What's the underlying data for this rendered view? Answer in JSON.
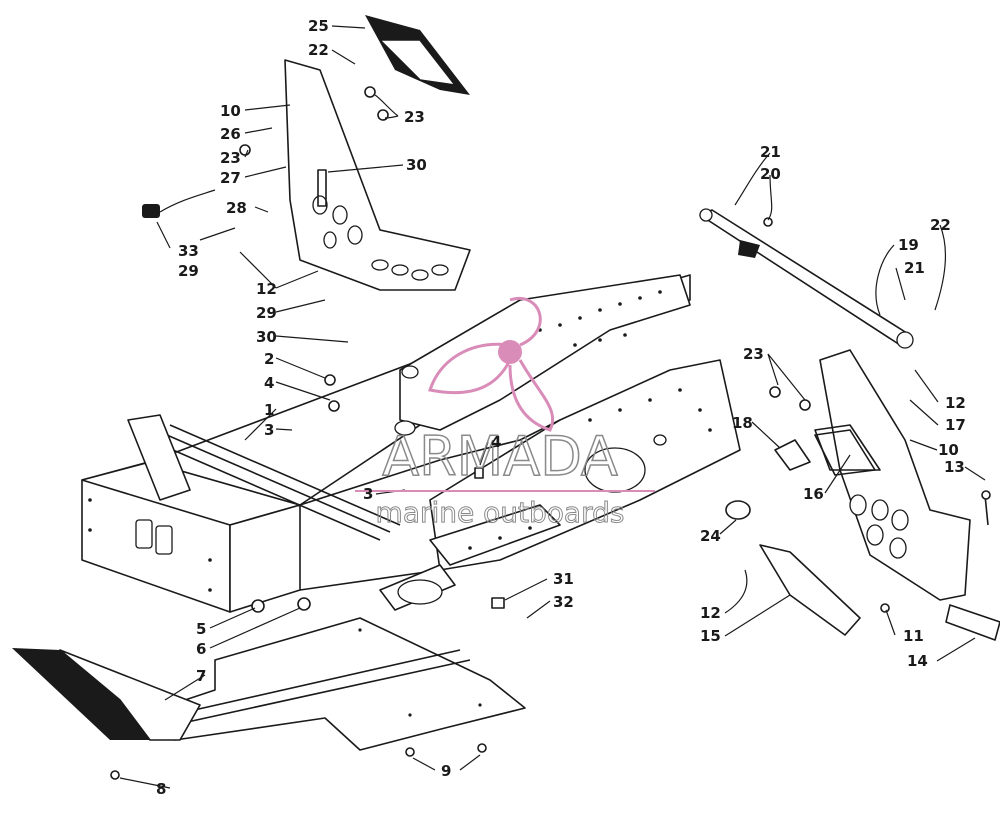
{
  "watermark": {
    "brand": "ARMADA",
    "tagline": "marine outboards",
    "color": "#d98cb8",
    "text_color": "#8a8a8a"
  },
  "callouts": {
    "c1": "1",
    "c2": "2",
    "c3a": "3",
    "c3b": "3",
    "c4a": "4",
    "c4b": "4",
    "c5": "5",
    "c6": "6",
    "c7": "7",
    "c8": "8",
    "c9": "9",
    "c10a": "10",
    "c10b": "10",
    "c11": "11",
    "c12a": "12",
    "c12b": "12",
    "c12c": "12",
    "c13": "13",
    "c14": "14",
    "c15": "15",
    "c16": "16",
    "c17": "17",
    "c18": "18",
    "c19": "19",
    "c20": "20",
    "c21a": "21",
    "c21b": "21",
    "c22a": "22",
    "c22b": "22",
    "c23a": "23",
    "c23b": "23",
    "c23c": "23",
    "c24": "24",
    "c25": "25",
    "c26": "26",
    "c27": "27",
    "c28": "28",
    "c29a": "29",
    "c29b": "29",
    "c30a": "30",
    "c30b": "30",
    "c31": "31",
    "c32": "32",
    "c33": "33"
  }
}
